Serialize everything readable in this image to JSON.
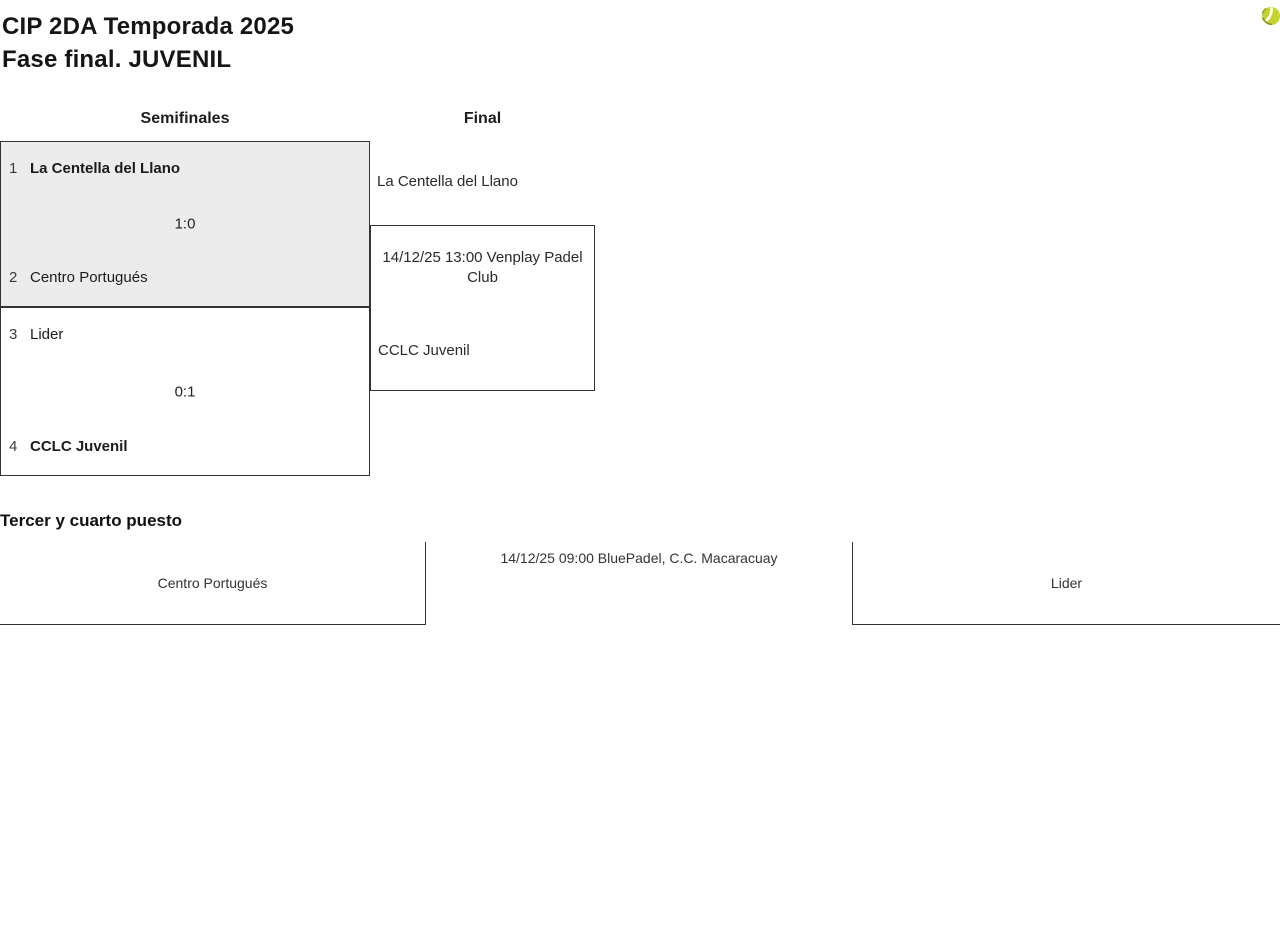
{
  "header": {
    "title_line1": "CIP 2DA Temporada 2025",
    "title_line2": "Fase final. JUVENIL"
  },
  "bracket": {
    "rounds": {
      "semifinals_label": "Semifinales",
      "final_label": "Final"
    },
    "semifinals": [
      {
        "top": {
          "seed": "1",
          "team": "La Centella del Llano",
          "winner": true
        },
        "score": "1:0",
        "bottom": {
          "seed": "2",
          "team": "Centro Portugués",
          "winner": false
        }
      },
      {
        "top": {
          "seed": "3",
          "team": "Lider",
          "winner": false
        },
        "score": "0:1",
        "bottom": {
          "seed": "4",
          "team": "CCLC Juvenil",
          "winner": true
        }
      }
    ],
    "final": {
      "team_top": "La Centella del Llano",
      "schedule": "14/12/25 13:00 Venplay Padel Club",
      "team_bottom": "CCLC Juvenil"
    }
  },
  "third_place": {
    "heading": "Tercer y cuarto puesto",
    "team_left": "Centro Portugués",
    "schedule": "14/12/25 09:00 BluePadel, C.C. Macaracuay",
    "team_right": "Lider"
  },
  "icons": {
    "ball": "padel-ball-icon"
  },
  "colors": {
    "highlight_match_bg": "#ececec",
    "border": "#333333",
    "ball_green": "#c3d430",
    "ball_shadow": "#86941c",
    "text": "#1c1c1c"
  }
}
